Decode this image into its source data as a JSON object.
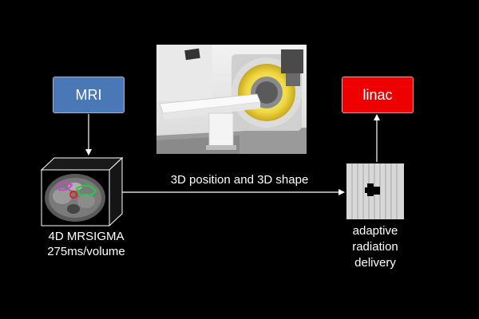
{
  "colors": {
    "background": "#000000",
    "mri_box": "#4a78b6",
    "linac_box": "#ee0000",
    "text": "#ffffff"
  },
  "mri_label": "MRI",
  "linac_label": "linac",
  "mrsigma": {
    "line1": "4D MRSIGMA",
    "line2": "275ms/volume"
  },
  "flow_label": "3D position and 3D shape",
  "delivery": {
    "line1": "adaptive",
    "line2": "radiation",
    "line3": "delivery"
  }
}
